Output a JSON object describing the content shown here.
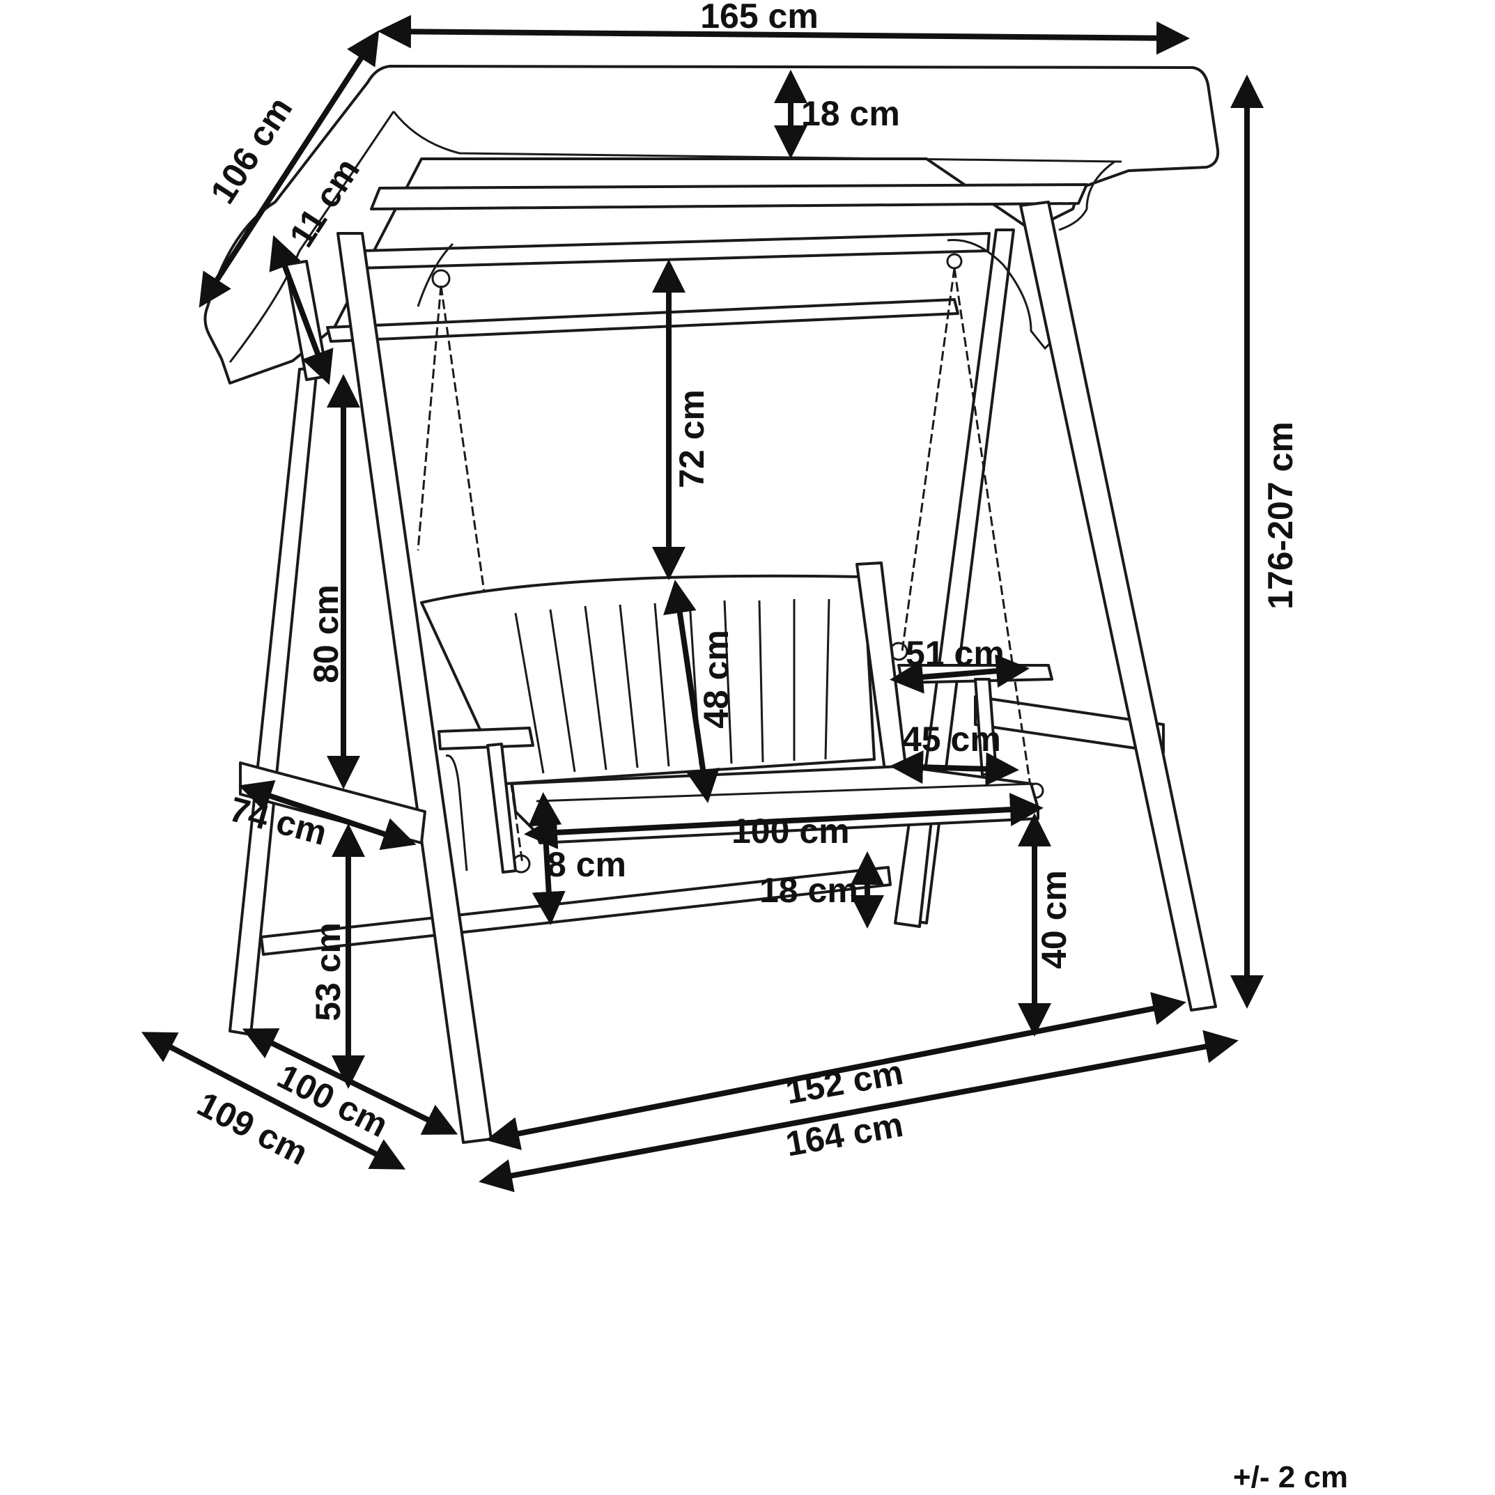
{
  "colors": {
    "line": "#1a1a1a",
    "background": "#ffffff"
  },
  "dimensions": {
    "canopy_width": "165 cm",
    "canopy_depth": "106 cm",
    "canopy_valance": "18 cm",
    "canopy_side": "11 cm",
    "total_height": "176-207 cm",
    "chain_length": "72 cm",
    "backrest_height": "48 cm",
    "armrest_depth": "51 cm",
    "seat_depth": "45 cm",
    "seat_width": "100 cm",
    "seat_thickness": "8 cm",
    "seat_bottom_gap": "18 cm",
    "seat_height": "40 cm",
    "post_height": "80 cm",
    "side_beam": "74 cm",
    "lower_post": "53 cm",
    "inner_depth": "100 cm",
    "base_depth": "109 cm",
    "inner_width": "152 cm",
    "base_width": "164 cm"
  },
  "tolerance": "+/- 2 cm"
}
